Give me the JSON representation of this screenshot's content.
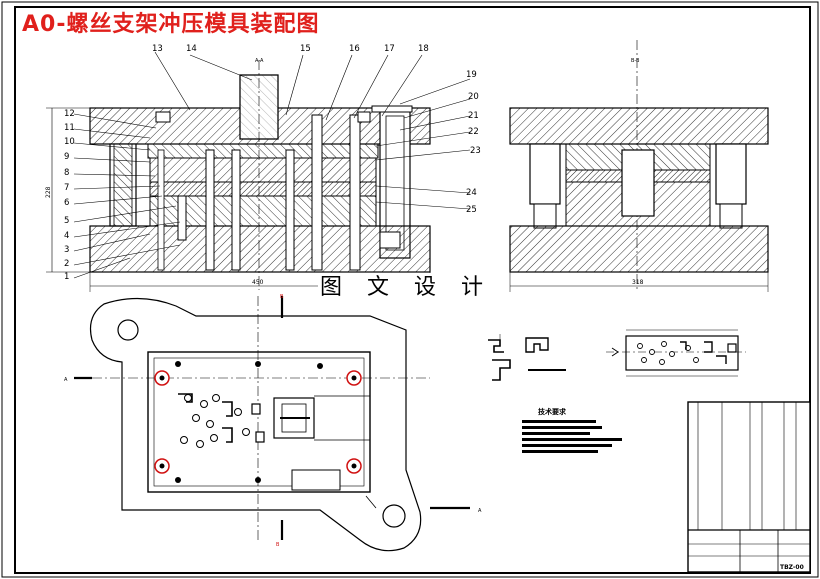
{
  "title": "A0-螺丝支架冲压模具装配图",
  "watermark": "图 文 设 计",
  "colors": {
    "title_red": "#e0201c",
    "line": "#000000",
    "hatch": "#000000",
    "section_marker": "#d01010"
  },
  "section_labels": {
    "front_view": "A-A",
    "side_view": "B-B",
    "cut_a": "A",
    "cut_b": "B"
  },
  "part_numbers": [
    "1",
    "2",
    "3",
    "4",
    "5",
    "6",
    "7",
    "8",
    "9",
    "10",
    "11",
    "12",
    "13",
    "14",
    "15",
    "16",
    "17",
    "18",
    "19",
    "20",
    "21",
    "22",
    "23",
    "24",
    "25"
  ],
  "dimensions": {
    "front_width": "450",
    "front_height": "228",
    "side_width": "318"
  },
  "technical_note_heading": "技术要求",
  "title_block_drawing_number": "TBZ-00"
}
